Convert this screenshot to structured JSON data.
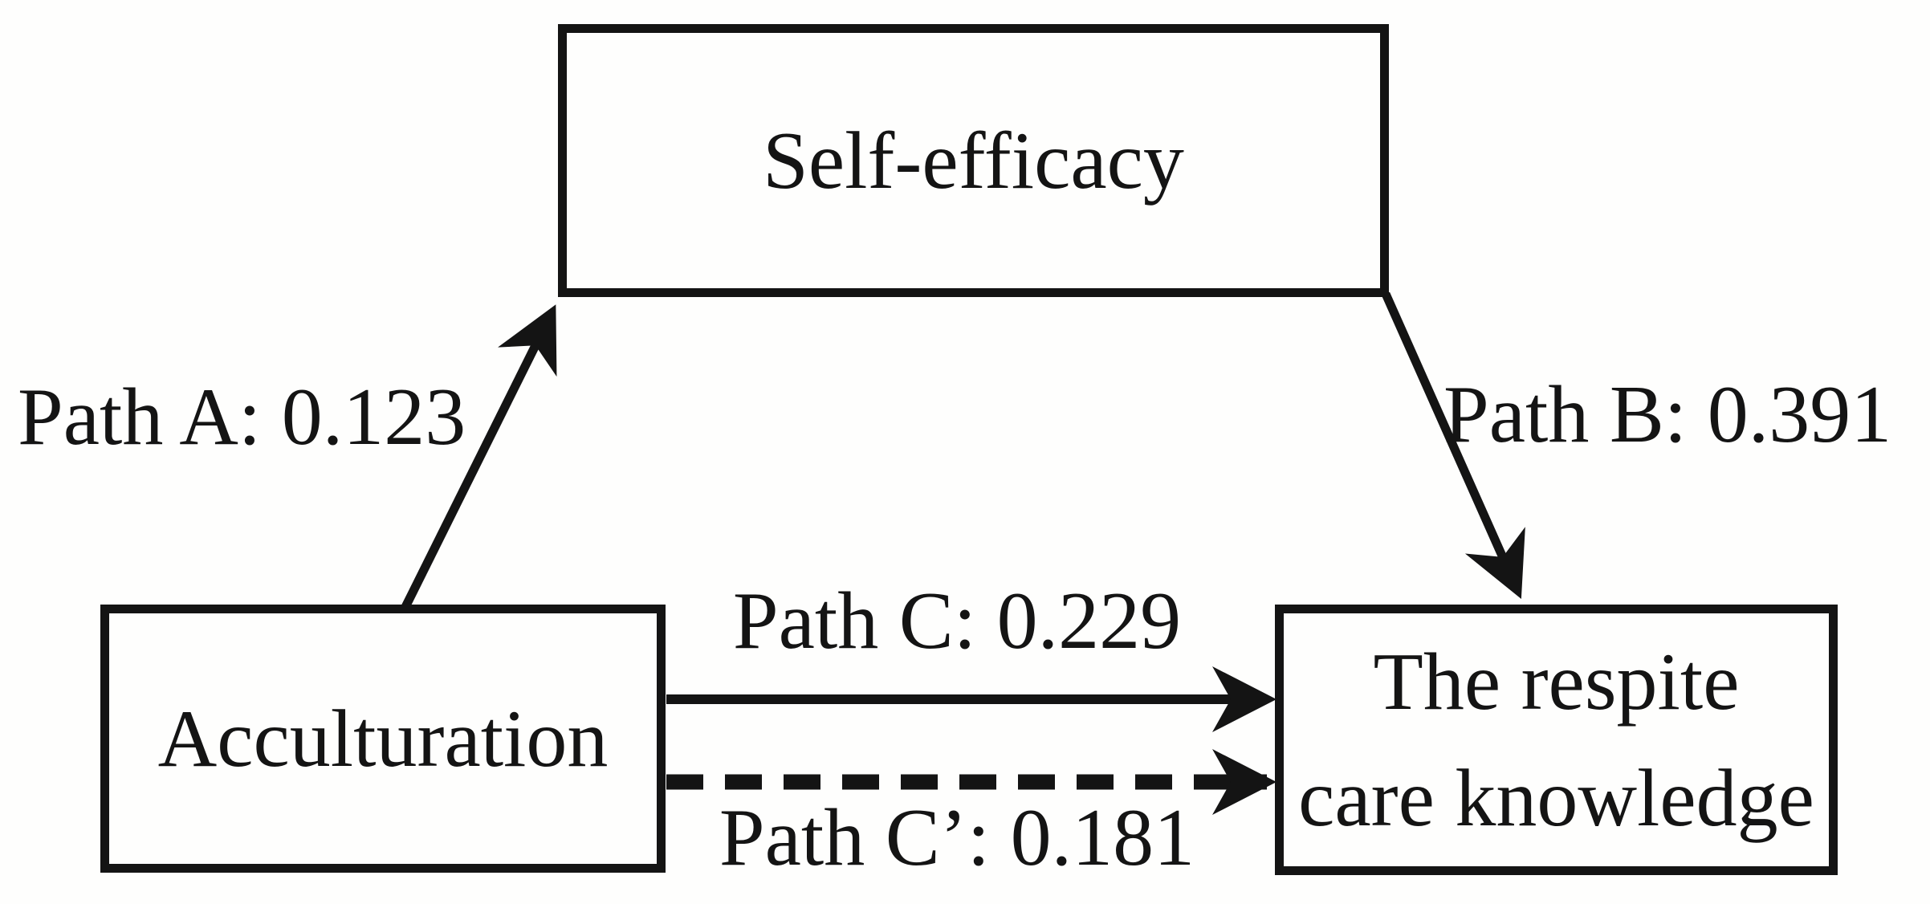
{
  "figure": {
    "type": "mediation-path-diagram",
    "background_color": "#fefefd",
    "ink_color": "#141414",
    "nodes": {
      "mediator": {
        "label": "Self-efficacy"
      },
      "independent": {
        "label": "Acculturation"
      },
      "dependent": {
        "label": "The respite care knowledge",
        "line1": "The respite",
        "line2": "care knowledge"
      }
    },
    "paths": {
      "a": {
        "label": "Path A: 0.123",
        "coefficient": "0.123",
        "from": "Acculturation",
        "to": "Self-efficacy",
        "line_style": "solid"
      },
      "b": {
        "label": "Path B: 0.391",
        "coefficient": "0.391",
        "from": "Self-efficacy",
        "to": "The respite care knowledge",
        "line_style": "solid"
      },
      "c": {
        "label": "Path C: 0.229",
        "coefficient": "0.229",
        "from": "Acculturation",
        "to": "The respite care knowledge",
        "line_style": "solid"
      },
      "c_prime": {
        "label": "Path C’: 0.181",
        "coefficient": "0.181",
        "from": "Acculturation",
        "to": "The respite care knowledge",
        "line_style": "dashed"
      }
    }
  }
}
